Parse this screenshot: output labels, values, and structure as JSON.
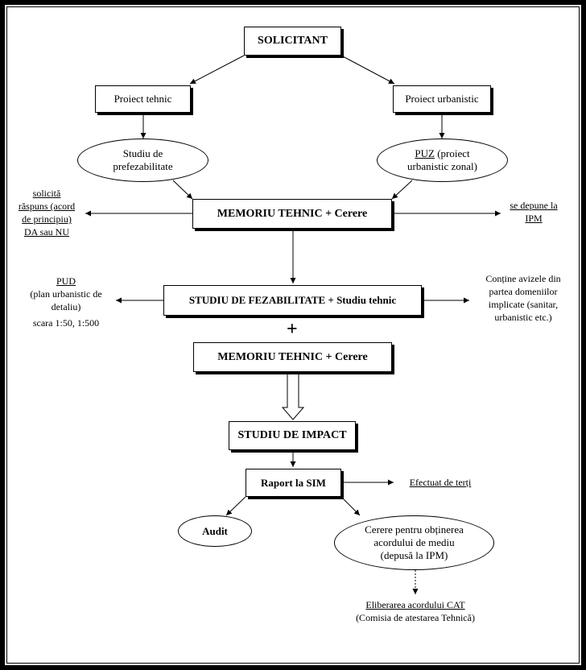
{
  "solicitant": "SOLICITANT",
  "proiect_tehnic": "Proiect tehnic",
  "proiect_urbanistic": "Proiect urbanistic",
  "studiu_prefezabilitate": {
    "line1": "Studiu de",
    "line2": "prefezabilitate"
  },
  "puz": {
    "abbr": "PUZ",
    "line1_rest": " (proiect",
    "line2": "urbanistic zonal)"
  },
  "memoriu_tehnic_1": "MEMORIU TEHNIC + Cerere",
  "solicita": {
    "line1": "solicită",
    "line2": "răspuns (acord",
    "line3": "de principiu)",
    "line4": "DA sau NU"
  },
  "se_depune": {
    "line1": "se depune la",
    "line2": "IPM"
  },
  "studiu_fezabilitate": "STUDIU DE FEZABILITATE + Studiu tehnic",
  "pud": {
    "abbr": "PUD",
    "line2": "(plan urbanistic de",
    "line3": "detaliu)",
    "line4": "scara 1:50, 1:500"
  },
  "contine": {
    "line1": "Conține avizele din",
    "line2": "partea domeniilor",
    "line3": "implicate (sanitar,",
    "line4": "urbanistic etc.)"
  },
  "plus": "+",
  "memoriu_tehnic_2": "MEMORIU TEHNIC + Cerere",
  "studiu_impact": "STUDIU DE IMPACT",
  "raport_sim": "Raport la SIM",
  "efectuat": "Efectuat de terți",
  "audit": "Audit",
  "cerere": {
    "line1": "Cerere pentru obținerea",
    "line2": "acordului de mediu",
    "line3": "(depusă la IPM)"
  },
  "eliberarea": {
    "line1": "Eliberarea acordului CAT",
    "line2": "(Comisia de atestarea Tehnică)"
  }
}
